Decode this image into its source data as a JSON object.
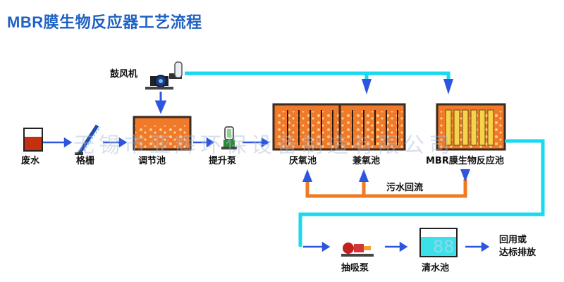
{
  "title": "MBR膜生物反应器工艺流程",
  "labels": {
    "blower": "鼓风机",
    "wastewater": "废水",
    "screen": "格栅",
    "equalization": "调节池",
    "lift_pump": "提升泵",
    "anaerobic": "厌氧池",
    "facultative": "兼氧池",
    "mbr": "MBR膜生物反应池",
    "recycle": "污水回流",
    "suction_pump": "抽吸泵",
    "clear_water": "清水池",
    "reuse": "回用或",
    "discharge": "达标排放"
  },
  "watermark": {
    "company": "无锡市亚辉环保设备制造有限公司",
    "number": "88"
  },
  "colors": {
    "title": "#1f62c4",
    "air_line": "#18d8f2",
    "water_arrow": "#2d55e0",
    "recycle_line": "#f07a20",
    "tank_fill": "#f07a2a",
    "tank_border": "#3a2a20",
    "clear_water": "#3ce0e8",
    "wastewater": "#c43010"
  }
}
